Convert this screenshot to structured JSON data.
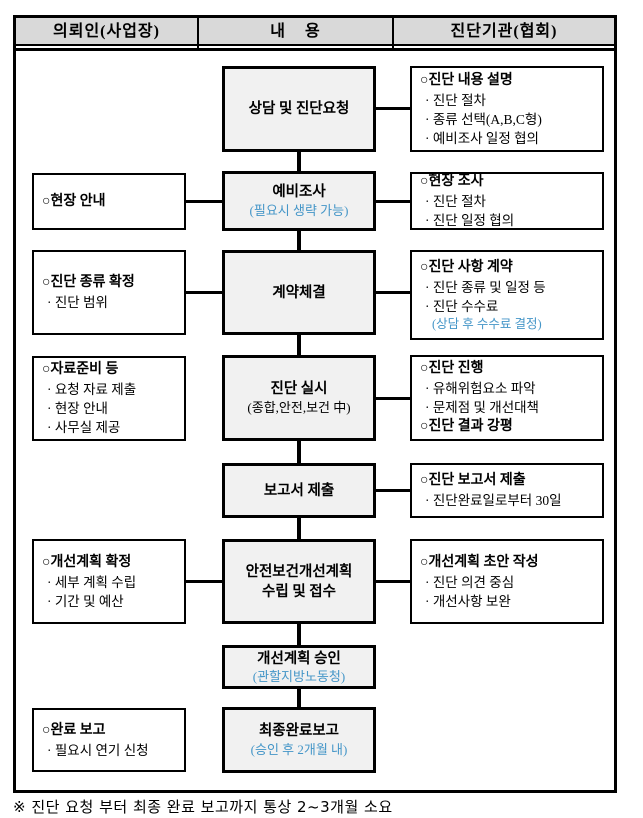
{
  "header": {
    "client": "의뢰인(사업장)",
    "content": "내 용",
    "agency": "진단기관(협회)"
  },
  "steps": [
    {
      "title": "상담 및 진단요청"
    },
    {
      "title": "예비조사",
      "note": "(필요시 생략 가능)"
    },
    {
      "title": "계약체결"
    },
    {
      "title": "진단 실시",
      "note": "(종합,안전,보건 中)"
    },
    {
      "title": "보고서 제출"
    },
    {
      "title": "안전보건개선계획",
      "title2": "수립 및 접수"
    },
    {
      "title": "개선계획 승인",
      "note": "(관할지방노동청)"
    },
    {
      "title": "최종완료보고",
      "note": "(승인 후 2개월 내)"
    }
  ],
  "client_boxes": [
    {
      "title": "○현장 안내"
    },
    {
      "title": "○진단 종류 확정",
      "items": [
        "· 진단 범위"
      ]
    },
    {
      "title": "○자료준비 등",
      "items": [
        "· 요청 자료 제출",
        "· 현장 안내",
        "· 사무실 제공"
      ]
    },
    {
      "title": "○개선계획 확정",
      "items": [
        "· 세부 계획 수립",
        "· 기간 및 예산"
      ]
    },
    {
      "title": "○완료 보고",
      "items": [
        "· 필요시 연기 신청"
      ]
    }
  ],
  "agency_boxes": [
    {
      "title": "○진단 내용 설명",
      "items": [
        "· 진단 절차",
        "· 종류 선택(A,B,C형)",
        "· 예비조사 일정 협의"
      ]
    },
    {
      "title": "○현장 조사",
      "items": [
        "· 진단 절차",
        "· 진단 일정 협의"
      ]
    },
    {
      "title": "○진단 사항 계약",
      "items": [
        "· 진단 종류 및 일정 등",
        "· 진단 수수료"
      ],
      "note": "(상담 후 수수료 결정)"
    },
    {
      "title": "○진단 진행",
      "items": [
        "· 유해위험요소 파악",
        "· 문제점 및 개선대책"
      ],
      "title2": "○진단 결과 강평"
    },
    {
      "title": "○진단 보고서 제출",
      "items": [
        "· 진단완료일로부터 30일"
      ]
    },
    {
      "title": "○개선계획 초안 작성",
      "items": [
        "· 진단 의견 중심",
        "· 개선사항 보완"
      ]
    }
  ],
  "footer_note": "※ 진단 요청 부터 최종 완료 보고까지 통상 2~3개월 소요",
  "colors": {
    "accent_blue": "#4596c8",
    "header_bg": "#d9d9d9",
    "step_box_bg": "#f1f1f1",
    "border_black": "#000000"
  }
}
